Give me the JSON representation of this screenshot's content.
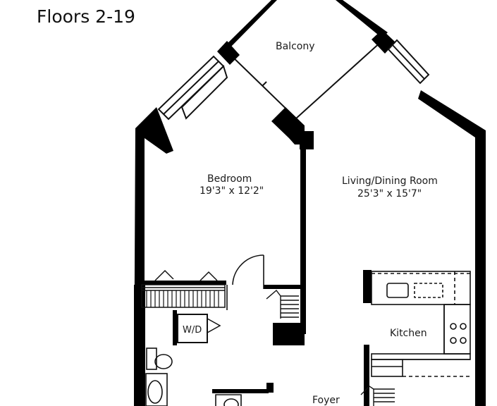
{
  "plan": {
    "title": "Floors 2-19",
    "rooms": {
      "balcony": {
        "name": "Balcony"
      },
      "bedroom": {
        "name": "Bedroom",
        "dims": "19'3\" x 12'2\""
      },
      "living": {
        "name": "Living/Dining Room",
        "dims": "25'3\" x 15'7\""
      },
      "kitchen": {
        "name": "Kitchen"
      },
      "foyer": {
        "name": "Foyer"
      }
    },
    "fixtures": {
      "washer_dryer": "W/D"
    }
  }
}
